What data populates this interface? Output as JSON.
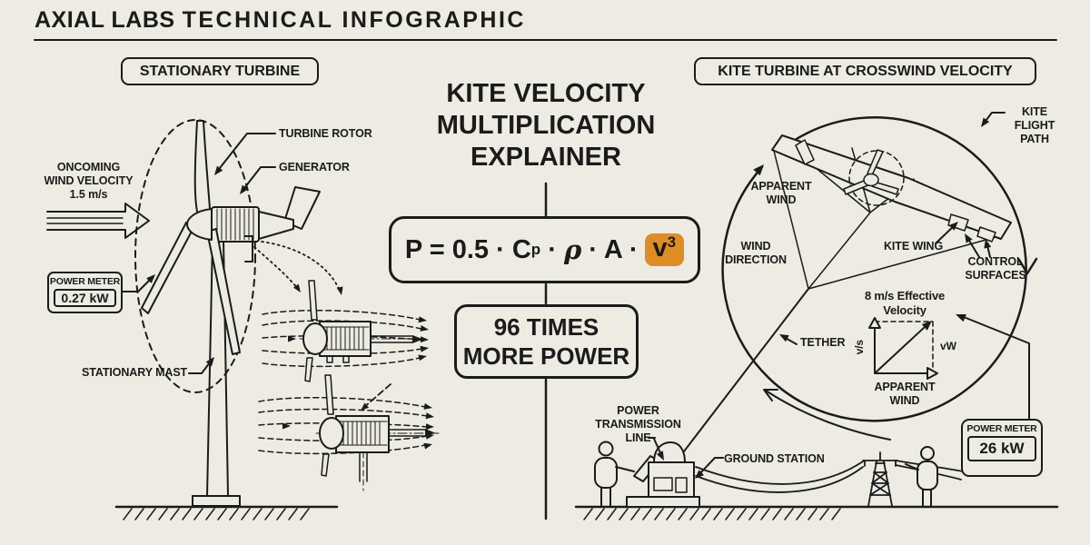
{
  "colors": {
    "background": "#EDEBE2",
    "ink": "#1B1B1B",
    "accent": "#DE8D25"
  },
  "header": {
    "brand": "AXIAL LABS",
    "title": "TECHNICAL INFOGRAPHIC"
  },
  "left": {
    "badge": "STATIONARY TURBINE",
    "oncoming_wind_label": "ONCOMING\nWIND VELOCITY\n1.5 m/s",
    "turbine_rotor_label": "TURBINE ROTOR",
    "generator_label": "GENERATOR",
    "stationary_mast_label": "STATIONARY MAST",
    "power_meter": {
      "title": "POWER METER",
      "value": "0.27 kW"
    }
  },
  "center": {
    "title": "KITE VELOCITY\nMULTIPLICATION\nEXPLAINER",
    "formula": {
      "seg1": "P = 0.5 · C",
      "sub": "p",
      "seg2": " · ",
      "rho": "ρ",
      "seg3": " · A ·",
      "v": "v",
      "exp": "3"
    },
    "result": "96 TIMES\nMORE POWER"
  },
  "right": {
    "badge": "KITE TURBINE AT CROSSWIND VELOCITY",
    "kite_flight_path_label": "KITE\nFLIGHT\nPATH",
    "apparent_wind_top_label": "APPARENT\nWIND",
    "wind_direction_label": "WIND\nDIRECTION",
    "kite_wing_label": "KITE WING",
    "control_surfaces_label": "CONTROL\nSURFACES",
    "effective_velocity_label": "8 m/s Effective\nVelocity",
    "vector_vertical_label": "v/s",
    "vector_horizontal_label": "vW",
    "apparent_wind_bottom_label": "APPARENT\nWIND",
    "tether_label": "TETHER",
    "power_transmission_label": "POWER\nTRANSMISSION\nLINE",
    "ground_station_label": "GROUND STATION",
    "power_meter": {
      "title": "POWER METER",
      "value": "26 kW"
    }
  }
}
